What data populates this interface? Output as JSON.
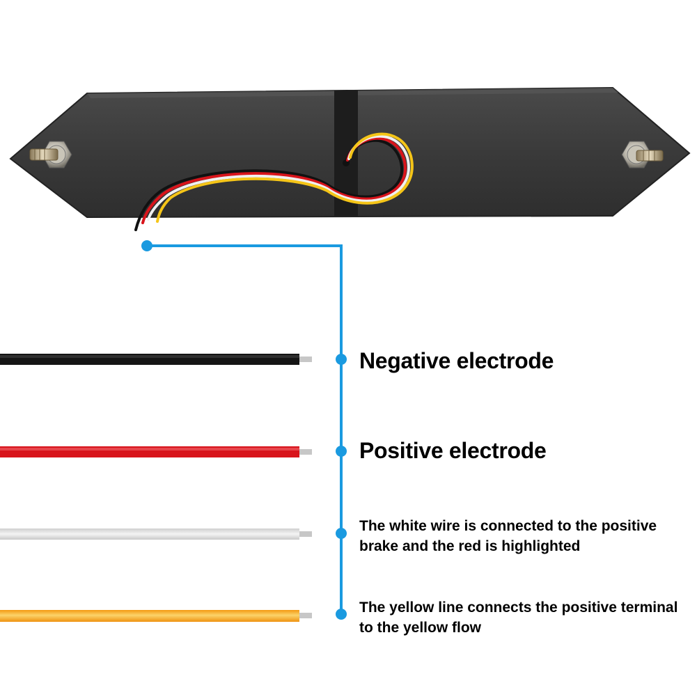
{
  "colors": {
    "connector": "#1a9ae0",
    "panel": "#3a3a3a",
    "wire_black": "#151515",
    "wire_red": "#d8141b",
    "wire_white": "#e6e6e6",
    "wire_yellow": "#f7a81a"
  },
  "wires": [
    {
      "id": "black",
      "label": "Negative electrode"
    },
    {
      "id": "red",
      "label": "Positive electrode"
    },
    {
      "id": "white",
      "label": "The white wire is connected to the positive brake and the red is highlighted"
    },
    {
      "id": "yellow",
      "label": "The yellow line connects the positive terminal to the yellow flow"
    }
  ]
}
